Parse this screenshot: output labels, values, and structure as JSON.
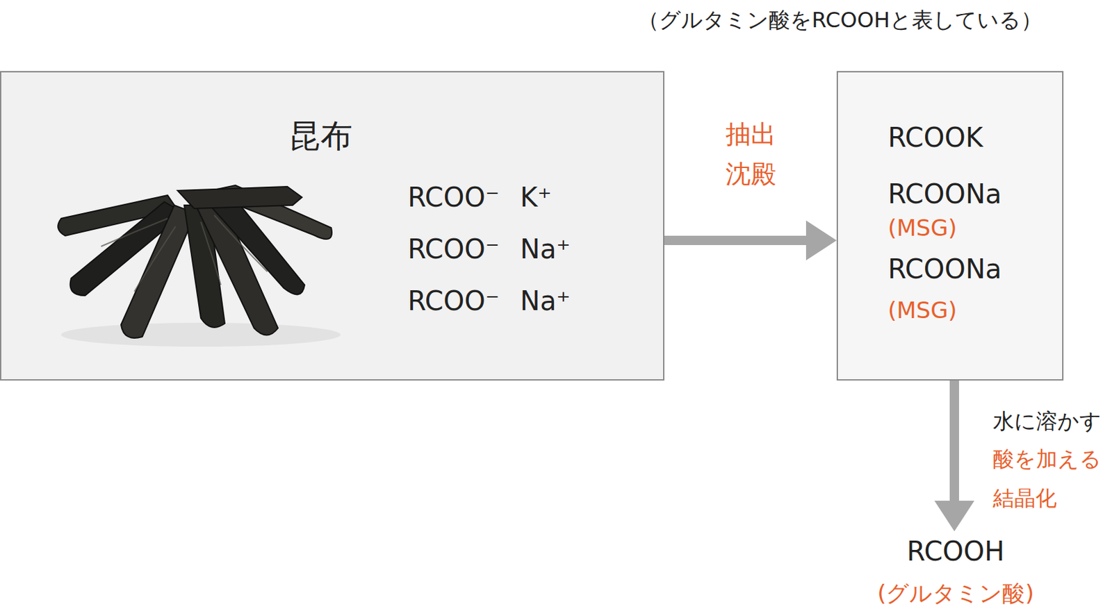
{
  "diagram": {
    "nodes": [
      {
        "text": [
          "昆布",
          "RCOO⁻",
          "K⁺",
          "RCOO⁻",
          "Na⁺",
          "RCOO⁻",
          "Na⁺"
        ]
      },
      {
        "text": [
          "RCOOK",
          "RCOONa",
          "(MSG)",
          "RCOONa",
          "(MSG)"
        ]
      },
      {
        "text": [
          "RCOOH",
          "(グルタミン酸)"
        ]
      }
    ],
    "edges": [
      {
        "from": 0,
        "to": 1,
        "arrow": "to",
        "label": "抽出 沈殿"
      },
      {
        "from": 1,
        "to": 2,
        "arrow": "to"
      }
    ],
    "labels": [
      "（グルタミン酸をRCOOHと表している）",
      "水に溶かす",
      "酸を加える",
      "結晶化"
    ]
  }
}
